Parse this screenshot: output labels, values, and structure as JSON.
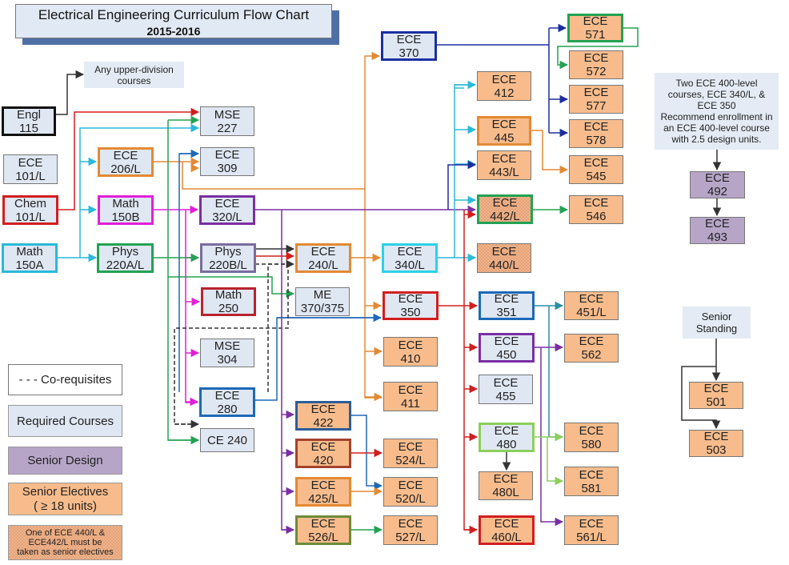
{
  "title": {
    "main": "Electrical Engineering Curriculum Flow Chart",
    "year": "2015-2016"
  },
  "colors": {
    "required_fill": "#dfe7f3",
    "elective_fill": "#f8bc8c",
    "senior_design_fill": "#b7a5c8",
    "shadow": "#4e6fa5",
    "red": "#d21e1e",
    "cyan": "#2ab9d9",
    "orange": "#e38a34",
    "magenta": "#e21fd8",
    "green": "#23a253",
    "purple": "#7a2fa3",
    "blue": "#1d69b7",
    "navy": "#1b2fa0",
    "teal": "#2a8fa5",
    "lightgreen": "#8ccf5a",
    "dark": "#333333"
  },
  "courses": {
    "engl115": [
      "Engl",
      "115"
    ],
    "ece101": [
      "ECE",
      "101/L"
    ],
    "chem101": [
      "Chem",
      "101/L"
    ],
    "math150a": [
      "Math",
      "150A"
    ],
    "ece206": [
      "ECE",
      "206/L"
    ],
    "math150b": [
      "Math",
      "150B"
    ],
    "phys220a": [
      "Phys",
      "220A/L"
    ],
    "mse227": [
      "MSE",
      "227"
    ],
    "ece309": [
      "ECE",
      "309"
    ],
    "ece320": [
      "ECE",
      "320/L"
    ],
    "phys220b": [
      "Phys",
      "220B/L"
    ],
    "math250": [
      "Math",
      "250"
    ],
    "mse304": [
      "MSE",
      "304"
    ],
    "ece280": [
      "ECE",
      "280"
    ],
    "ce240": [
      "CE 240"
    ],
    "ece240": [
      "ECE",
      "240/L"
    ],
    "me370": [
      "ME",
      "370/375"
    ],
    "ece370": [
      "ECE",
      "370"
    ],
    "ece340": [
      "ECE",
      "340/L"
    ],
    "ece350": [
      "ECE",
      "350"
    ],
    "ece410": [
      "ECE",
      "410"
    ],
    "ece411": [
      "ECE",
      "411"
    ],
    "ece422": [
      "ECE",
      "422"
    ],
    "ece420": [
      "ECE",
      "420"
    ],
    "ece425": [
      "ECE",
      "425/L"
    ],
    "ece526": [
      "ECE",
      "526/L"
    ],
    "ece524": [
      "ECE",
      "524/L"
    ],
    "ece520": [
      "ECE",
      "520/L"
    ],
    "ece527": [
      "ECE",
      "527/L"
    ],
    "ece412": [
      "ECE",
      "412"
    ],
    "ece445": [
      "ECE",
      "445"
    ],
    "ece443": [
      "ECE",
      "443/L"
    ],
    "ece442": [
      "ECE",
      "442/L"
    ],
    "ece440": [
      "ECE",
      "440/L"
    ],
    "ece351": [
      "ECE",
      "351"
    ],
    "ece450": [
      "ECE",
      "450"
    ],
    "ece455": [
      "ECE",
      "455"
    ],
    "ece480": [
      "ECE",
      "480"
    ],
    "ece480l": [
      "ECE",
      "480L"
    ],
    "ece460": [
      "ECE",
      "460/L"
    ],
    "ece571": [
      "ECE",
      "571"
    ],
    "ece572": [
      "ECE",
      "572"
    ],
    "ece577": [
      "ECE",
      "577"
    ],
    "ece578": [
      "ECE",
      "578"
    ],
    "ece545": [
      "ECE",
      "545"
    ],
    "ece546": [
      "ECE",
      "546"
    ],
    "ece451": [
      "ECE",
      "451/L"
    ],
    "ece562": [
      "ECE",
      "562"
    ],
    "ece580": [
      "ECE",
      "580"
    ],
    "ece581": [
      "ECE",
      "581"
    ],
    "ece561": [
      "ECE",
      "561/L"
    ],
    "ece492": [
      "ECE",
      "492"
    ],
    "ece493": [
      "ECE",
      "493"
    ],
    "ece501": [
      "ECE",
      "501"
    ],
    "ece503": [
      "ECE",
      "503"
    ]
  },
  "notes": {
    "upper_division": [
      "Any upper-division",
      "courses"
    ],
    "capstone": [
      "Two ECE 400-level",
      "courses, ECE 340/L, &",
      "ECE 350",
      "Recommend enrollment in",
      "an ECE 400-level course",
      "with 2.5 design units."
    ],
    "senior_standing": [
      "Senior",
      "Standing"
    ]
  },
  "legend": {
    "coreq": "- - - Co-requisites",
    "required": "Required Courses",
    "senior_design": "Senior Design",
    "electives": [
      "Senior Electives",
      "( ≥ 18 units)"
    ],
    "lab_rule": [
      "One of ECE 440/L &",
      "ECE442/L must be",
      "taken as senior electives"
    ]
  }
}
